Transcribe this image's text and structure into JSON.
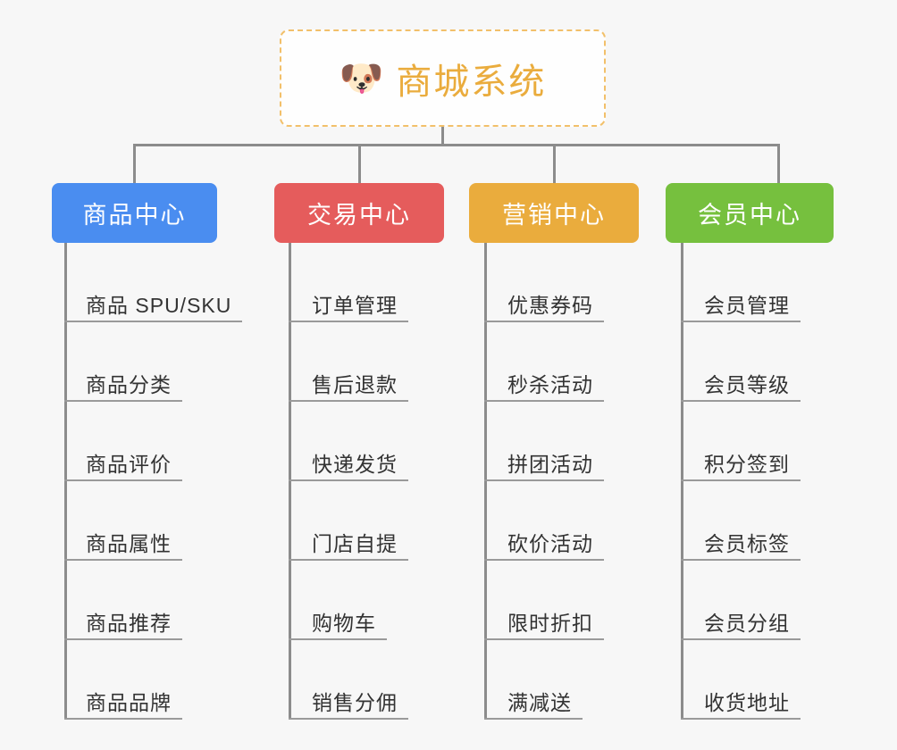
{
  "root": {
    "icon": "shiba-dog-emoji",
    "icon_glyph": "🐶",
    "title": "商城系统",
    "border_color": "#f2c06a",
    "text_color": "#eaac3d",
    "background": "#fefefe"
  },
  "canvas": {
    "background": "#f7f7f7",
    "connector_color": "#8c8c8c"
  },
  "columns": [
    {
      "header": "商品中心",
      "color": "#4a8df0",
      "items": [
        "商品 SPU/SKU",
        "商品分类",
        "商品评价",
        "商品属性",
        "商品推荐",
        "商品品牌"
      ]
    },
    {
      "header": "交易中心",
      "color": "#e55c5c",
      "items": [
        "订单管理",
        "售后退款",
        "快递发货",
        "门店自提",
        "购物车",
        "销售分佣"
      ]
    },
    {
      "header": "营销中心",
      "color": "#eaac3d",
      "items": [
        "优惠券码",
        "秒杀活动",
        "拼团活动",
        "砍价活动",
        "限时折扣",
        "满减送"
      ]
    },
    {
      "header": "会员中心",
      "color": "#76c03e",
      "items": [
        "会员管理",
        "会员等级",
        "积分签到",
        "会员标签",
        "会员分组",
        "收货地址"
      ]
    }
  ]
}
